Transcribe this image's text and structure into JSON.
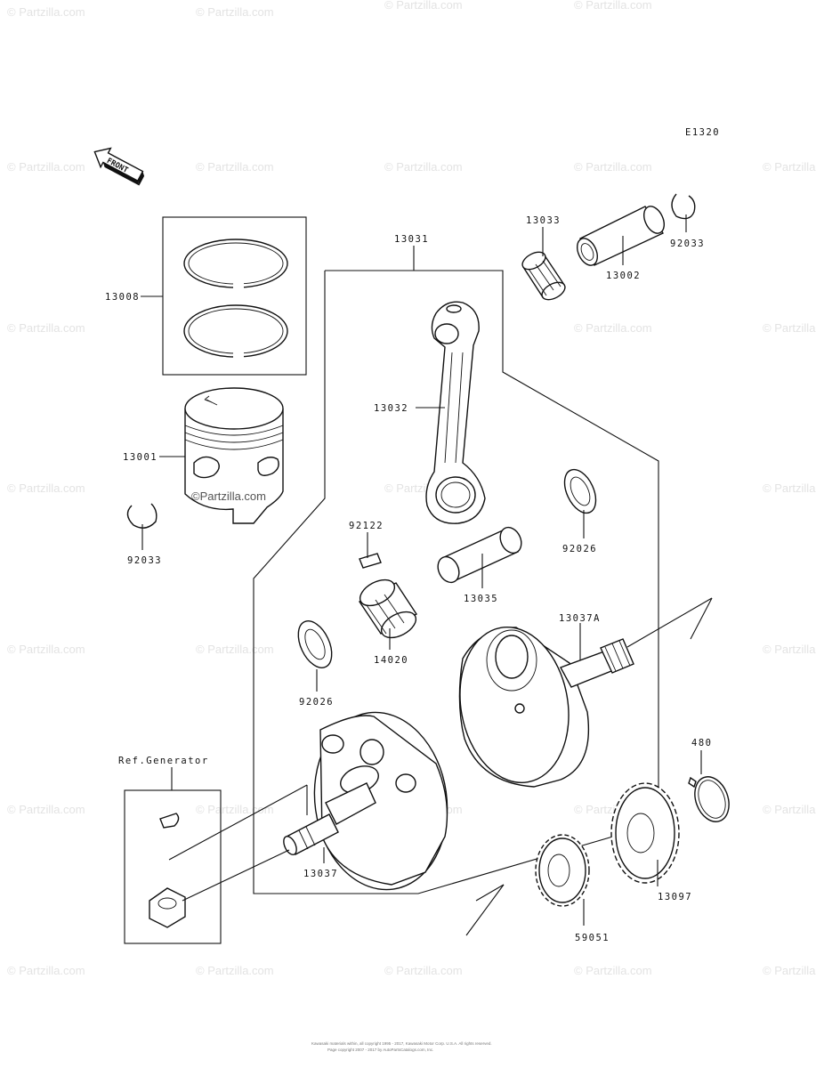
{
  "diagram_code": "E1320",
  "front_label": "FRONT",
  "ref_label": "Ref.Generator",
  "inline_watermark": "©Partzilla.com",
  "watermark_text": "© Partzilla.com",
  "footer": {
    "line1": "Kawasaki materials within, all copyright 1995 - 2017, Kawasaki Motor Corp. U.S.A. All rights reserved.",
    "line2": "Page copyright 2007 - 2017 by AutoPartsCatalogs.com, Inc."
  },
  "parts": {
    "p13008": "13008",
    "p13001": "13001",
    "p92033_left": "92033",
    "p13031": "13031",
    "p13033": "13033",
    "p92033_right": "92033",
    "p13002": "13002",
    "p13032": "13032",
    "p92026_right": "92026",
    "p92122": "92122",
    "p13035": "13035",
    "p14020": "14020",
    "p92026_left": "92026",
    "p13037A": "13037A",
    "p480": "480",
    "p13037": "13037",
    "p13097": "13097",
    "p59051": "59051"
  },
  "colors": {
    "line": "#111111",
    "watermark": "#e3e3e3",
    "background": "#ffffff"
  }
}
